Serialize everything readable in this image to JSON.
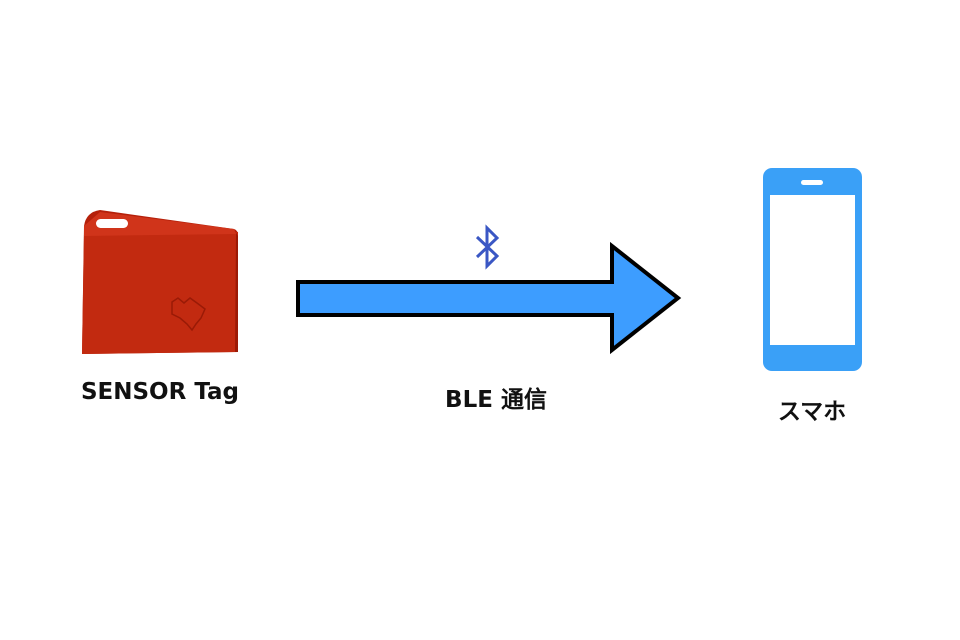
{
  "diagram": {
    "source": {
      "label": "SENSOR Tag",
      "icon": "sensortag-device-icon",
      "color": "#c0260d"
    },
    "link": {
      "label": "BLE 通信",
      "icon": "bluetooth-icon",
      "arrow_color": "#3d9dff",
      "bluetooth_color": "#3a57c4"
    },
    "target": {
      "label": "スマホ",
      "icon": "smartphone-icon",
      "color": "#3aa0f7"
    }
  }
}
